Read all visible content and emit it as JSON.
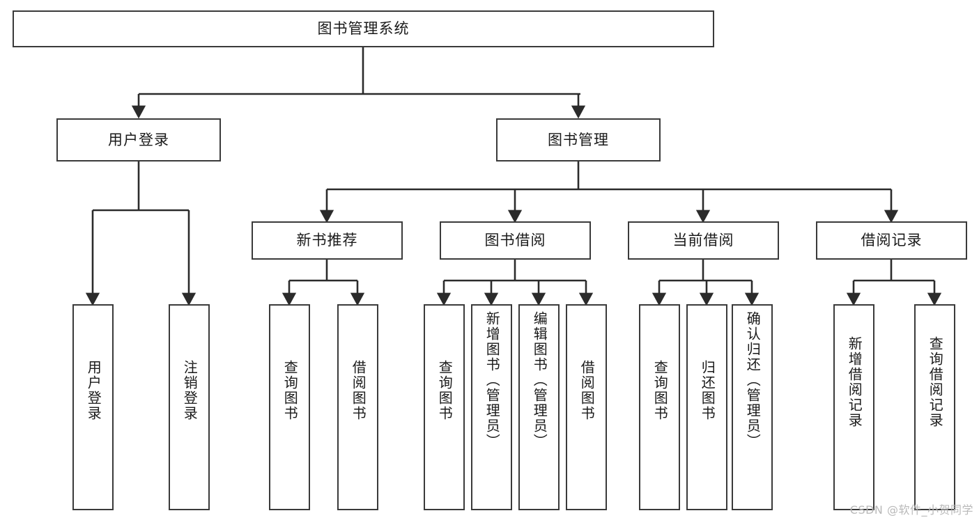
{
  "diagram": {
    "title": "图书管理系统",
    "type": "tree-hierarchy-chart",
    "watermark": "CSDN @软件_小贺同学",
    "colors": {
      "node_border": "#3a3a3a",
      "node_fill": "#ffffff",
      "edge": "#2b2b2b",
      "text": "#1a1a1a",
      "watermark": "#b9b9b9",
      "background": "#ffffff"
    },
    "nodes": {
      "root": {
        "label": "图书管理系统",
        "level": 1,
        "orientation": "horizontal"
      },
      "user_login": {
        "label": "用户登录",
        "level": 2,
        "orientation": "horizontal"
      },
      "book_manage": {
        "label": "图书管理",
        "level": 2,
        "orientation": "horizontal"
      },
      "new_book_rec": {
        "label": "新书推荐",
        "level": 3,
        "orientation": "horizontal"
      },
      "book_borrow": {
        "label": "图书借阅",
        "level": 3,
        "orientation": "horizontal"
      },
      "current_borrow": {
        "label": "当前借阅",
        "level": 3,
        "orientation": "horizontal"
      },
      "borrow_record": {
        "label": "借阅记录",
        "level": 3,
        "orientation": "horizontal"
      },
      "leaf_user_login": {
        "label": "用户登录",
        "level": 4,
        "orientation": "vertical"
      },
      "leaf_logout": {
        "label": "注销登录",
        "level": 4,
        "orientation": "vertical"
      },
      "leaf_query_book_1": {
        "label": "查询图书",
        "level": 4,
        "orientation": "vertical"
      },
      "leaf_borrow_book_1": {
        "label": "借阅图书",
        "level": 4,
        "orientation": "vertical"
      },
      "leaf_query_book_2": {
        "label": "查询图书",
        "level": 4,
        "orientation": "vertical"
      },
      "leaf_add_book": {
        "label": "新增图书（管理员）",
        "level": 4,
        "orientation": "vertical"
      },
      "leaf_edit_book": {
        "label": "编辑图书（管理员）",
        "level": 4,
        "orientation": "vertical"
      },
      "leaf_borrow_book_2": {
        "label": "借阅图书",
        "level": 4,
        "orientation": "vertical"
      },
      "leaf_query_book_3": {
        "label": "查询图书",
        "level": 4,
        "orientation": "vertical"
      },
      "leaf_return_book": {
        "label": "归还图书",
        "level": 4,
        "orientation": "vertical"
      },
      "leaf_confirm_return": {
        "label": "确认归还（管理员）",
        "level": 4,
        "orientation": "vertical"
      },
      "leaf_add_record": {
        "label": "新增借阅记录",
        "level": 4,
        "orientation": "vertical"
      },
      "leaf_query_record": {
        "label": "查询借阅记录",
        "level": 4,
        "orientation": "vertical"
      }
    },
    "edges": [
      {
        "from": "root",
        "to": "user_login"
      },
      {
        "from": "root",
        "to": "book_manage"
      },
      {
        "from": "user_login",
        "to": "leaf_user_login"
      },
      {
        "from": "user_login",
        "to": "leaf_logout"
      },
      {
        "from": "book_manage",
        "to": "new_book_rec"
      },
      {
        "from": "book_manage",
        "to": "book_borrow"
      },
      {
        "from": "book_manage",
        "to": "current_borrow"
      },
      {
        "from": "book_manage",
        "to": "borrow_record"
      },
      {
        "from": "new_book_rec",
        "to": "leaf_query_book_1"
      },
      {
        "from": "new_book_rec",
        "to": "leaf_borrow_book_1"
      },
      {
        "from": "book_borrow",
        "to": "leaf_query_book_2"
      },
      {
        "from": "book_borrow",
        "to": "leaf_add_book"
      },
      {
        "from": "book_borrow",
        "to": "leaf_edit_book"
      },
      {
        "from": "book_borrow",
        "to": "leaf_borrow_book_2"
      },
      {
        "from": "current_borrow",
        "to": "leaf_query_book_3"
      },
      {
        "from": "current_borrow",
        "to": "leaf_return_book"
      },
      {
        "from": "current_borrow",
        "to": "leaf_confirm_return"
      },
      {
        "from": "borrow_record",
        "to": "leaf_add_record"
      },
      {
        "from": "borrow_record",
        "to": "leaf_query_record"
      }
    ]
  }
}
